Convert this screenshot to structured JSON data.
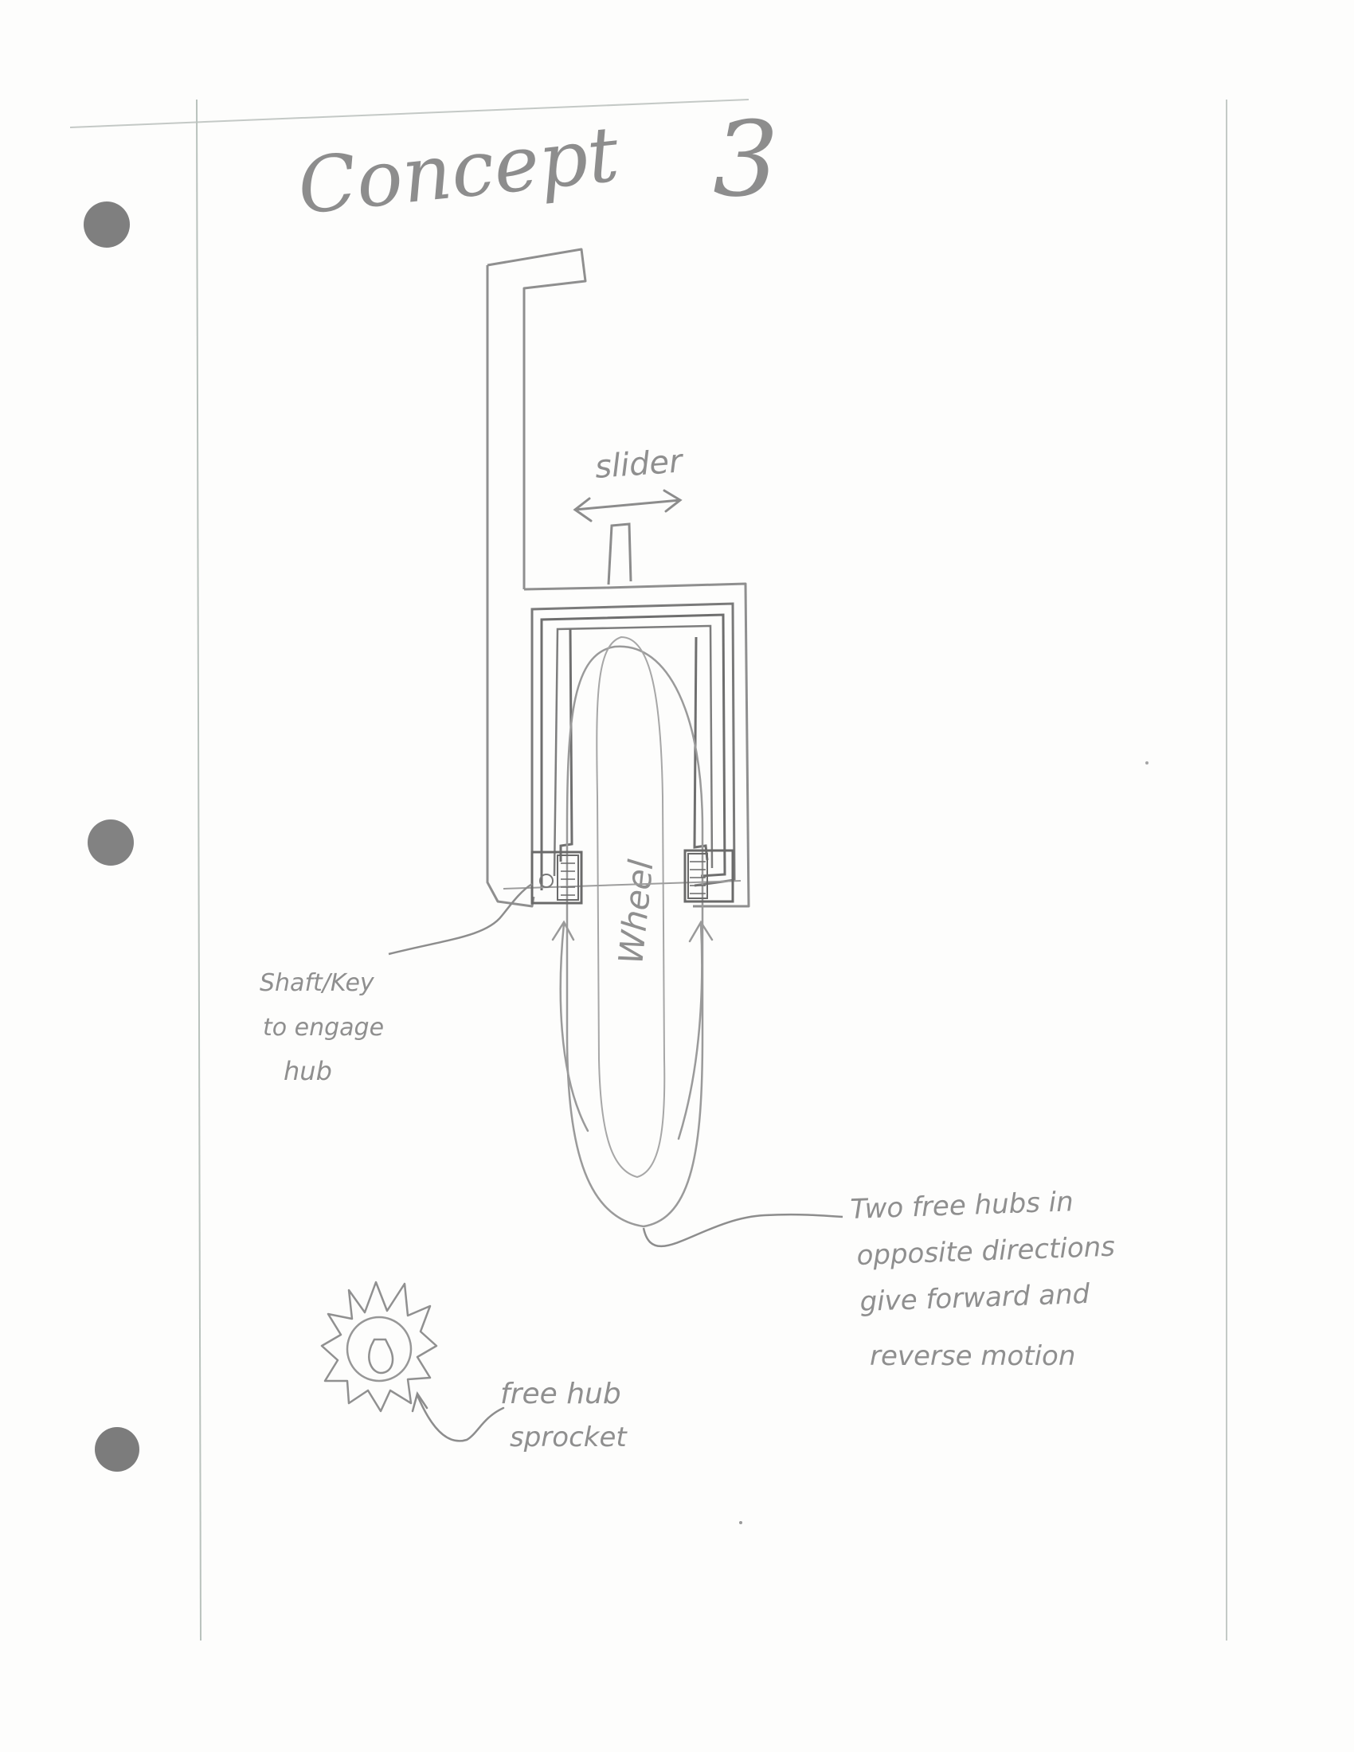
{
  "page": {
    "title": "Concept",
    "number": "3"
  },
  "labels": {
    "slider": "slider",
    "wheel": "Wheel",
    "shaft_line1": "Shaft/Key",
    "shaft_line2": "to engage",
    "shaft_line3": "hub",
    "hubs_line1": "Two free hubs in",
    "hubs_line2": "opposite directions",
    "hubs_line3": "give forward and",
    "hubs_line4": "reverse motion",
    "sprocket_line1": "free hub",
    "sprocket_line2": "sprocket"
  },
  "colors": {
    "paper": "#fdfdfc",
    "pencil": "#8a8a8a",
    "pencil_dark": "#6f6f6f",
    "margin_line": "#b9c2bd",
    "punch_hole": "#7d7d7d"
  }
}
